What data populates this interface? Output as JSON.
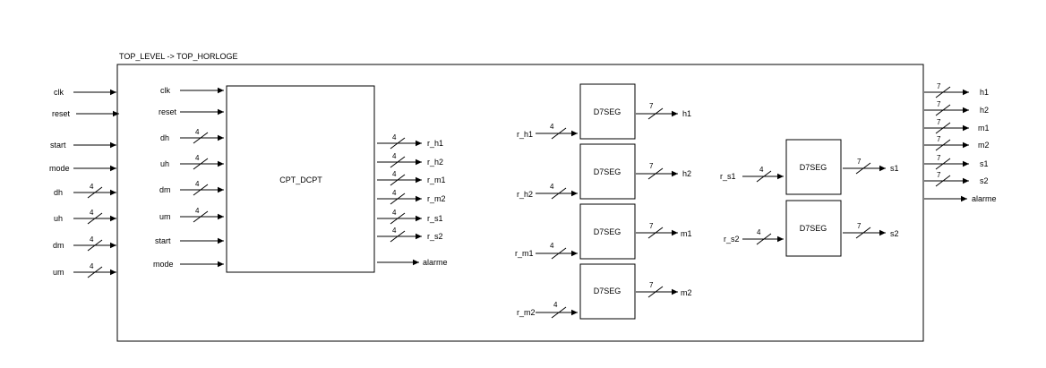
{
  "title": "TOP_LEVEL -> TOP_HORLOGE",
  "outer_inputs": [
    {
      "label": "clk",
      "bus": ""
    },
    {
      "label": "reset",
      "bus": ""
    },
    {
      "label": "start",
      "bus": ""
    },
    {
      "label": "mode",
      "bus": ""
    },
    {
      "label": "dh",
      "bus": "4"
    },
    {
      "label": "uh",
      "bus": "4"
    },
    {
      "label": "dm",
      "bus": "4"
    },
    {
      "label": "um",
      "bus": "4"
    }
  ],
  "cpt": {
    "name": "CPT_DCPT",
    "inputs": [
      {
        "label": "clk",
        "bus": ""
      },
      {
        "label": "reset",
        "bus": ""
      },
      {
        "label": "dh",
        "bus": "4"
      },
      {
        "label": "uh",
        "bus": "4"
      },
      {
        "label": "dm",
        "bus": "4"
      },
      {
        "label": "um",
        "bus": "4"
      },
      {
        "label": "start",
        "bus": ""
      },
      {
        "label": "mode",
        "bus": ""
      }
    ],
    "outputs": [
      {
        "label": "r_h1",
        "bus": "4"
      },
      {
        "label": "r_h2",
        "bus": "4"
      },
      {
        "label": "r_m1",
        "bus": "4"
      },
      {
        "label": "r_m2",
        "bus": "4"
      },
      {
        "label": "r_s1",
        "bus": "4"
      },
      {
        "label": "r_s2",
        "bus": "4"
      },
      {
        "label": "alarme",
        "bus": ""
      }
    ]
  },
  "d7seg_col1": [
    {
      "name": "D7SEG",
      "input": "r_h1",
      "in_bus": "4",
      "output": "h1",
      "out_bus": "7"
    },
    {
      "name": "D7SEG",
      "input": "r_h2",
      "in_bus": "4",
      "output": "h2",
      "out_bus": "7"
    },
    {
      "name": "D7SEG",
      "input": "r_m1",
      "in_bus": "4",
      "output": "m1",
      "out_bus": "7"
    },
    {
      "name": "D7SEG",
      "input": "r_m2",
      "in_bus": "4",
      "output": "m2",
      "out_bus": "7"
    }
  ],
  "d7seg_col2": [
    {
      "name": "D7SEG",
      "input": "r_s1",
      "in_bus": "4",
      "output": "s1",
      "out_bus": "7"
    },
    {
      "name": "D7SEG",
      "input": "r_s2",
      "in_bus": "4",
      "output": "s2",
      "out_bus": "7"
    }
  ],
  "outer_outputs": [
    {
      "label": "h1",
      "bus": "7"
    },
    {
      "label": "h2",
      "bus": "7"
    },
    {
      "label": "m1",
      "bus": "7"
    },
    {
      "label": "m2",
      "bus": "7"
    },
    {
      "label": "s1",
      "bus": "7"
    },
    {
      "label": "s2",
      "bus": "7"
    },
    {
      "label": "alarme",
      "bus": ""
    }
  ]
}
